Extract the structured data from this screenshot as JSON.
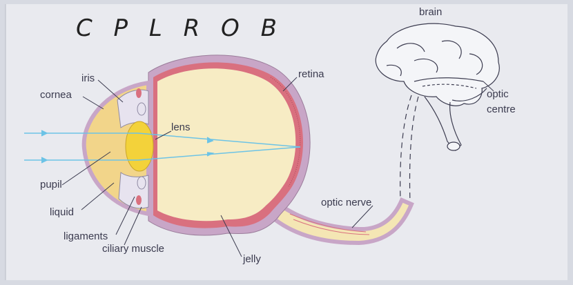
{
  "handwritten_title": "C P L   R O B",
  "labels": {
    "brain": "brain",
    "iris": "iris",
    "cornea": "cornea",
    "lens": "lens",
    "retina": "retina",
    "optic_centre_1": "optic",
    "optic_centre_2": "centre",
    "pupil": "pupil",
    "liquid": "liquid",
    "ligaments": "ligaments",
    "ciliary_muscle": "ciliary muscle",
    "jelly": "jelly",
    "optic_nerve": "optic nerve"
  },
  "colors": {
    "paper": "#e8e9ee",
    "eye_fill": "#f7ecc4",
    "cornea_fill": "#f2d58a",
    "lens_fill": "#f3d23a",
    "retina": "#d9707f",
    "sclera": "#c8a6c7",
    "light_ray": "#6cc3e6",
    "line": "#3b3b4f"
  }
}
